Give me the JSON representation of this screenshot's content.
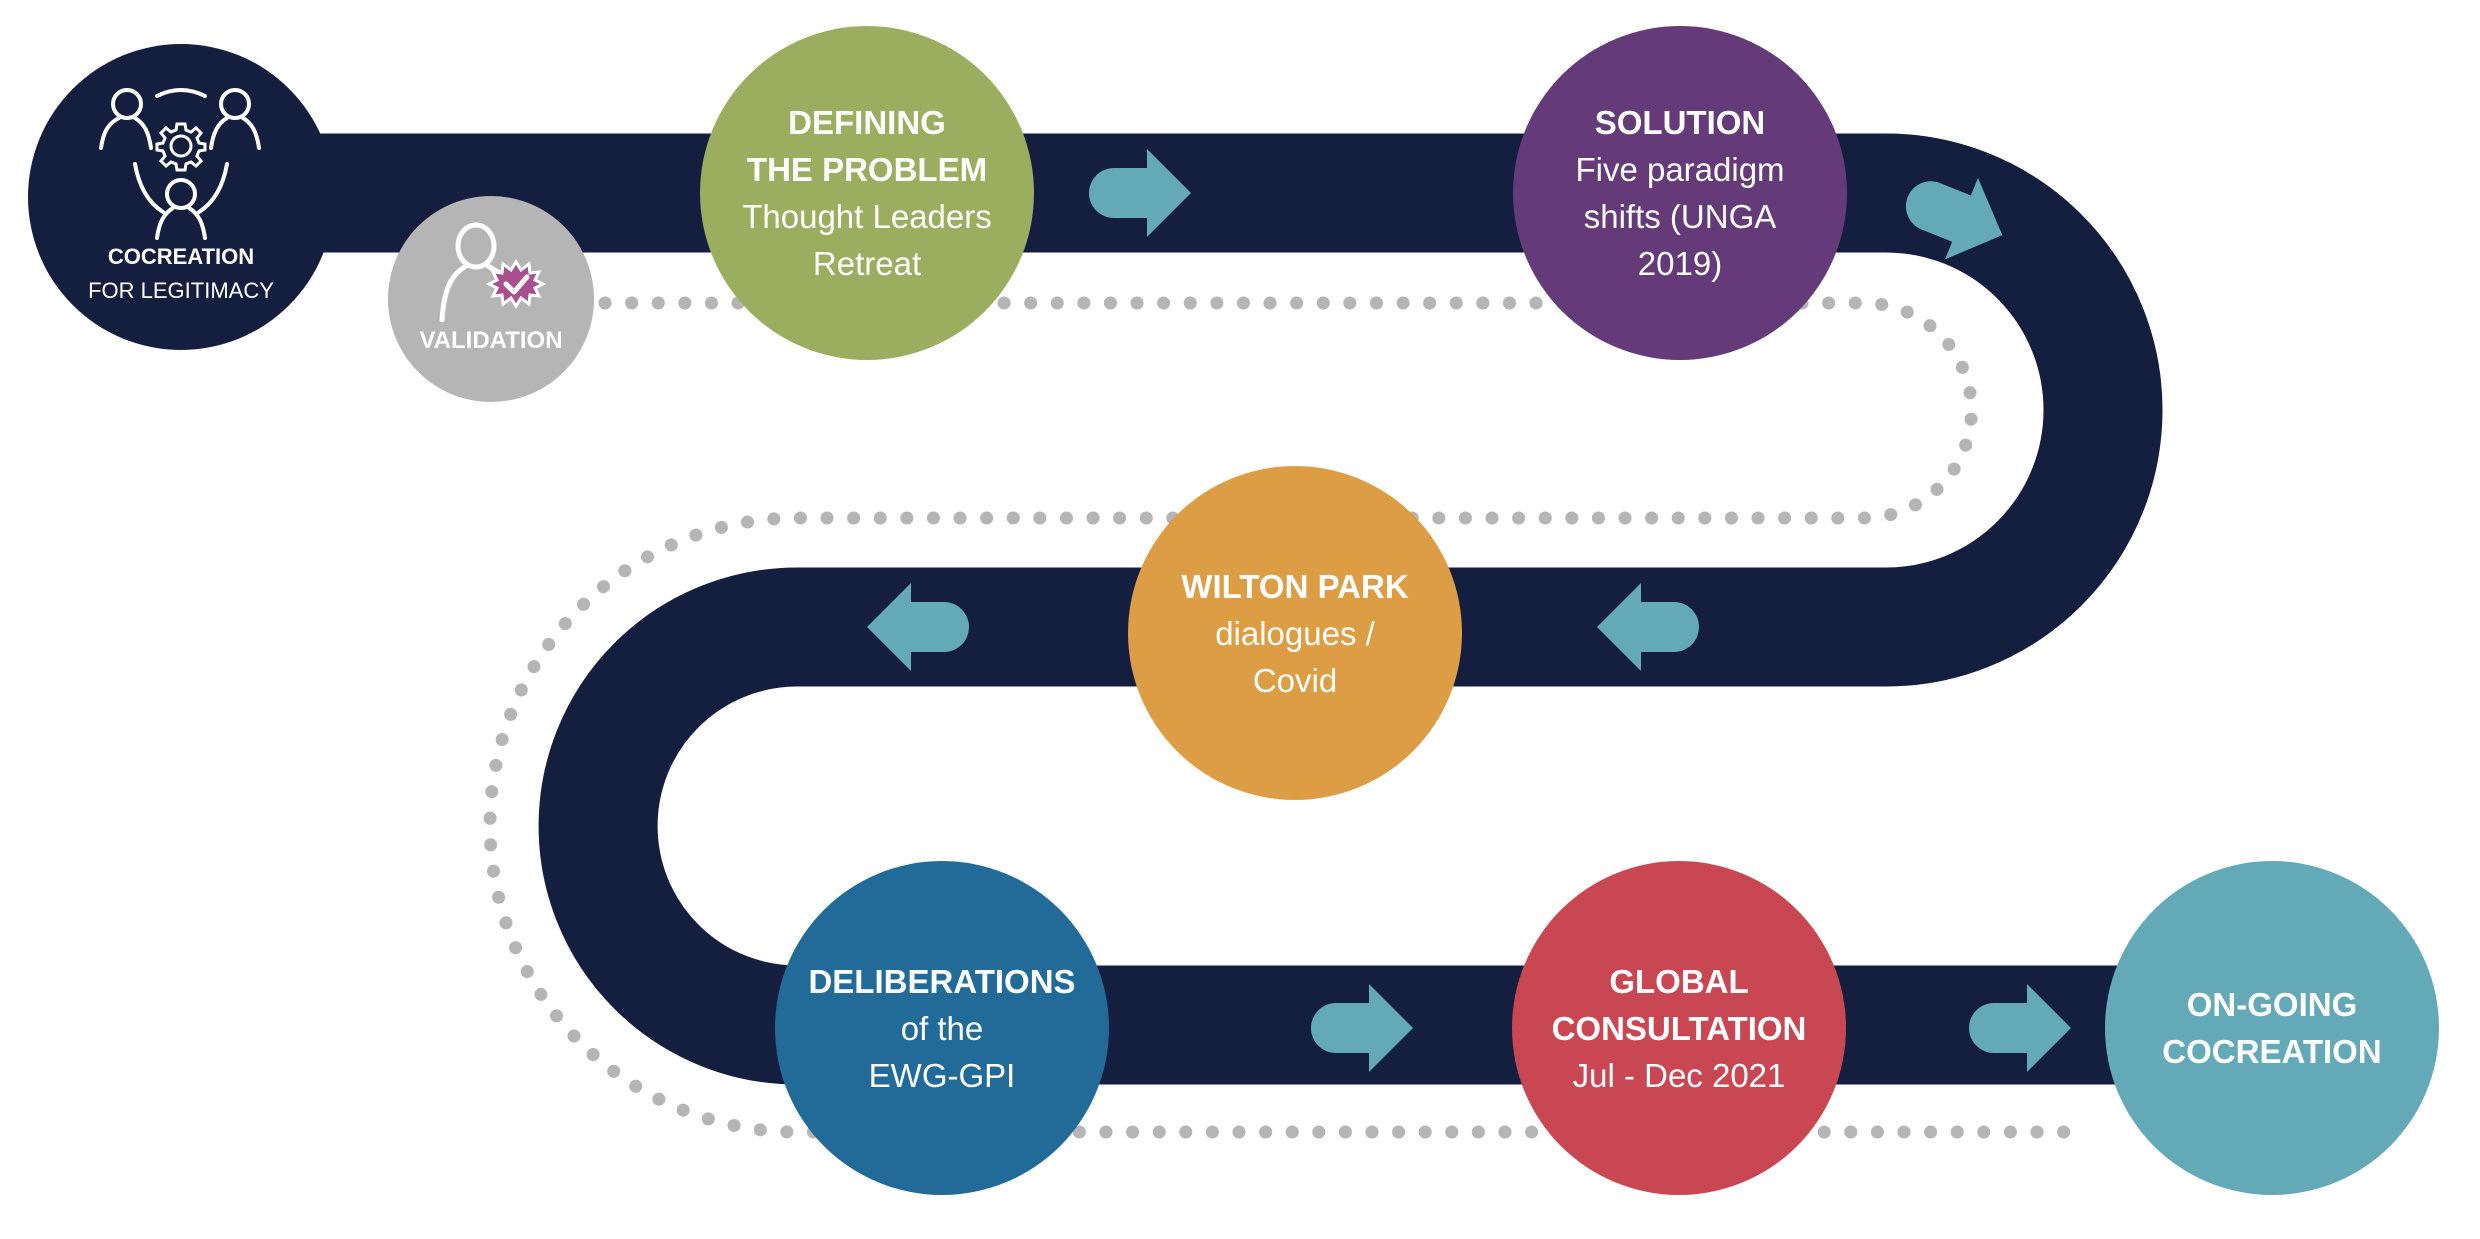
{
  "diagram": {
    "type": "process-roadmap",
    "colors": {
      "road": "#141f40",
      "arrow": "#63a9b8",
      "dots": "#b4b5b4",
      "background": "#ffffff"
    },
    "start": {
      "title": "COCREATION",
      "subtitle": "FOR LEGITIMACY",
      "icon": "people-gear-collaboration-icon",
      "color": "#141f40"
    },
    "validation": {
      "label": "VALIDATION",
      "icon": "person-badge-check-icon",
      "color": "#b4b5b4",
      "badge_color": "#a8508f"
    },
    "steps": [
      {
        "title_lines": [
          "DEFINING",
          "THE PROBLEM"
        ],
        "detail_lines": [
          "Thought Leaders",
          "Retreat"
        ],
        "color": "#9bae5f"
      },
      {
        "title_lines": [
          "SOLUTION"
        ],
        "detail_lines": [
          "Five paradigm",
          "shifts (UNGA",
          "2019)"
        ],
        "color": "#643a78"
      },
      {
        "title_lines": [
          "WILTON PARK"
        ],
        "detail_lines": [
          "dialogues /",
          "Covid"
        ],
        "color": "#dc9d44"
      },
      {
        "title_lines": [
          "DELIBERATIONS"
        ],
        "detail_lines": [
          "of the",
          "EWG-GPI"
        ],
        "color": "#226a98"
      },
      {
        "title_lines": [
          "GLOBAL",
          "CONSULTATION"
        ],
        "detail_lines": [
          "Jul - Dec 2021"
        ],
        "color": "#c84753"
      },
      {
        "title_lines": [
          "ON-GOING",
          "COCREATION"
        ],
        "detail_lines": [],
        "color": "#63a9b8"
      }
    ],
    "arrows": [
      {
        "between": "DEFINING THE PROBLEM -> SOLUTION",
        "direction": "right",
        "icon": "arrow-right-icon"
      },
      {
        "between": "SOLUTION -> curve",
        "direction": "right-down",
        "icon": "arrow-right-icon"
      },
      {
        "between": "curve -> WILTON PARK",
        "direction": "left",
        "icon": "arrow-left-icon"
      },
      {
        "between": "WILTON PARK -> curve",
        "direction": "left",
        "icon": "arrow-left-icon"
      },
      {
        "between": "DELIBERATIONS -> GLOBAL CONSULTATION",
        "direction": "right",
        "icon": "arrow-right-icon"
      },
      {
        "between": "GLOBAL CONSULTATION -> ON-GOING COCREATION",
        "direction": "right",
        "icon": "arrow-right-icon"
      }
    ]
  }
}
